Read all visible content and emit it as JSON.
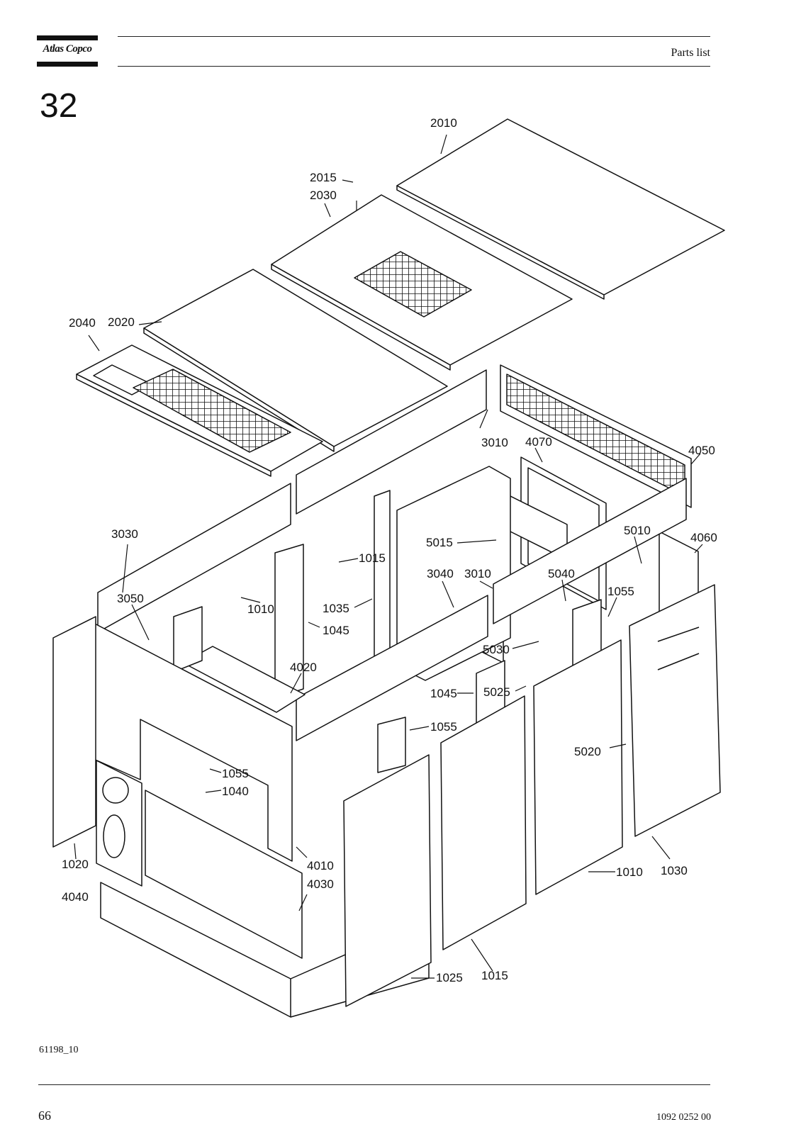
{
  "header": {
    "brand": "Atlas Copco",
    "section": "Parts list"
  },
  "figure": {
    "number": "32",
    "drawing_id": "61198_10",
    "callouts": [
      "2010",
      "2015",
      "2030",
      "2040",
      "2020",
      "3010",
      "4070",
      "4050",
      "3030",
      "5015",
      "1015",
      "5010",
      "4060",
      "3040",
      "3010",
      "5040",
      "1055",
      "3050",
      "1010",
      "1035",
      "1045",
      "5030",
      "4020",
      "1045",
      "5025",
      "1055",
      "5020",
      "1055",
      "1040",
      "4010",
      "1020",
      "4030",
      "4040",
      "1010",
      "1030",
      "1025",
      "1015"
    ]
  },
  "footer": {
    "page": "66",
    "doc_number": "1092 0252 00"
  }
}
